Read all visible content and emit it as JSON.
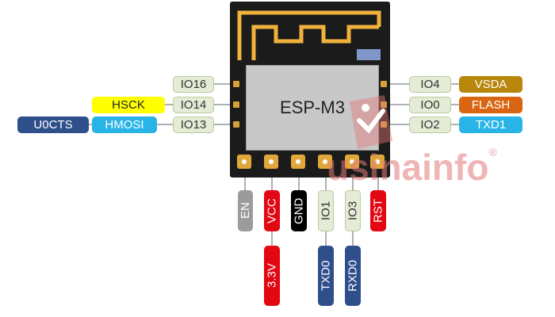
{
  "module": {
    "name": "ESP-M3"
  },
  "left_pins": [
    {
      "pin": "IO16"
    },
    {
      "pin": "IO14",
      "func": "HSCK"
    },
    {
      "pin": "IO13",
      "func": "HMOSI",
      "func2": "U0CTS"
    }
  ],
  "right_pins": [
    {
      "pin": "IO4",
      "func": "VSDA"
    },
    {
      "pin": "IO0",
      "func": "FLASH"
    },
    {
      "pin": "IO2",
      "func": "TXD1"
    }
  ],
  "bottom_pins": [
    {
      "pin": "EN"
    },
    {
      "pin": "VCC",
      "func": "3.3V"
    },
    {
      "pin": "GND"
    },
    {
      "pin": "IO1",
      "func": "TXD0"
    },
    {
      "pin": "IO3",
      "func": "RXD0"
    },
    {
      "pin": "RST"
    }
  ],
  "watermark": {
    "text": "usinainfo",
    "mark": "®"
  },
  "colors": {
    "chip_body": "#1b1b1b",
    "antenna": "#f0b23c",
    "shield": "#c8c8c8",
    "pin_label": "#e4ecd6",
    "yellow": "#ffff00",
    "blue": "#29b4e8",
    "navy": "#2f4e8c",
    "orange": "#d96512",
    "mustard": "#b8860b",
    "red": "#e30613",
    "gray": "#9b9b9b",
    "black": "#000000"
  }
}
